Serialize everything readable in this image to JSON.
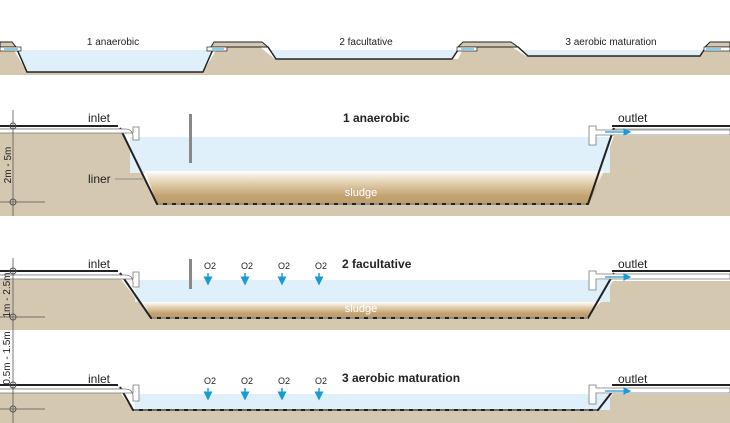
{
  "overview": {
    "ponds": [
      {
        "label": "1 anaerobic"
      },
      {
        "label": "2 facultative"
      },
      {
        "label": "3 aerobic maturation"
      }
    ]
  },
  "sections": [
    {
      "title": "1 anaerobic",
      "depth": "2m - 5m",
      "inlet": "inlet",
      "outlet": "outlet",
      "liner": "liner",
      "sludge": "sludge",
      "o2_markers": []
    },
    {
      "title": "2 facultative",
      "depth": "1m - 2.5m",
      "inlet": "inlet",
      "outlet": "outlet",
      "sludge": "sludge",
      "o2_markers": [
        "O2",
        "O2",
        "O2",
        "O2"
      ]
    },
    {
      "title": "3 aerobic maturation",
      "depth": "0.5m - 1.5m",
      "inlet": "inlet",
      "outlet": "outlet",
      "o2_markers": [
        "O2",
        "O2",
        "O2",
        "O2"
      ]
    }
  ],
  "colors": {
    "ground": "#d5c8b1",
    "water": "#dff0fa",
    "sludge_dark": "#bf9f6e",
    "arrow": "#1a9bd7",
    "line": "#222222"
  }
}
